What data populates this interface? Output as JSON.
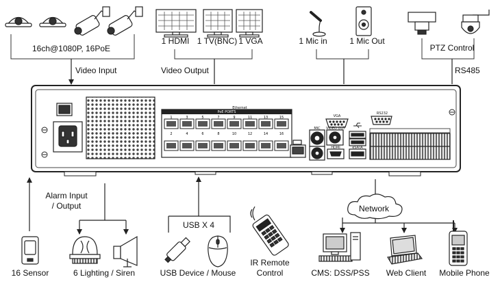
{
  "top": {
    "cameras_label": "16ch@1080P, 16PoE",
    "video_input": "Video Input",
    "monitors": [
      "1 HDMI",
      "1 TV(BNC)",
      "1 VGA"
    ],
    "video_output": "Video Output",
    "mic_in": "1 Mic in",
    "mic_out": "1 Mic Out",
    "ptz": "PTZ Control",
    "rs485": "RS485"
  },
  "panel": {
    "poe_title": "PoE PORTS",
    "ethernet": "Ethernet",
    "vga": "VGA",
    "rs232": "RS232",
    "mic": "MIC",
    "video_out": "VIDEO OUT",
    "hdmi": "HDMI",
    "esata": "eSATA",
    "poe_top": [
      "1",
      "3",
      "5",
      "7",
      "9",
      "11",
      "13",
      "15"
    ],
    "poe_bottom": [
      "2",
      "4",
      "6",
      "8",
      "10",
      "12",
      "14",
      "16"
    ]
  },
  "bottom": {
    "alarm": [
      "Alarm Input",
      "/ Output"
    ],
    "sensor": "16 Sensor",
    "lighting": "6 Lighting / Siren",
    "usb_x4": "USB X 4",
    "usb_device": "USB Device / Mouse",
    "ir_remote": [
      "IR Remote",
      "Control"
    ],
    "network": "Network",
    "cms": "CMS: DSS/PSS",
    "web": "Web Client",
    "mobile": "Mobile Phone"
  }
}
